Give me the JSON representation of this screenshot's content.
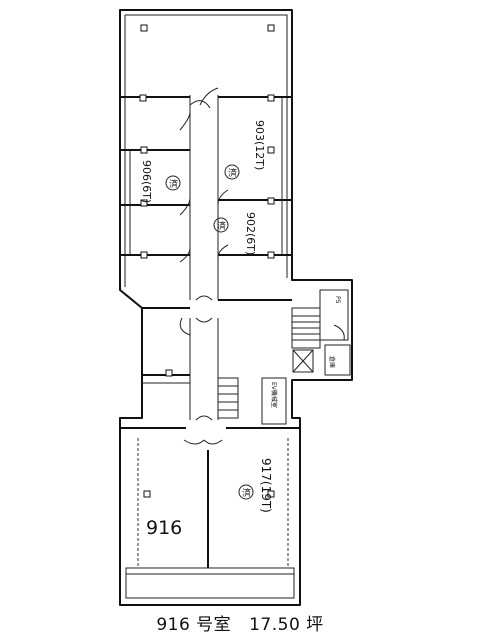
{
  "plan": {
    "room_labels": {
      "r903": "903(12T)",
      "r906": "906(6T)",
      "r902": "902(6T)",
      "r917": "917(19T)",
      "r916": "916"
    },
    "service_labels": {
      "ps": "PS",
      "ev": "EV機械室",
      "store": "倉庫"
    },
    "seal_glyph": "済"
  },
  "caption": {
    "room": "916 号室",
    "area": "17.50 坪"
  }
}
